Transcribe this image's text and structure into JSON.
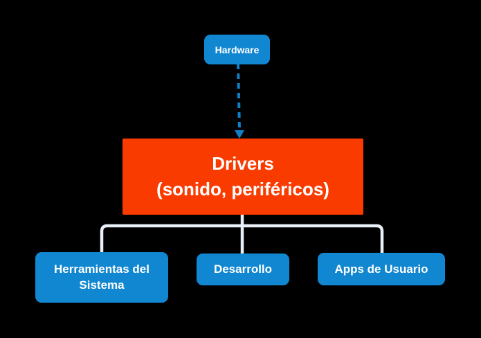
{
  "diagram": {
    "colors": {
      "background": "#000000",
      "node-blue": "#1187D1",
      "node-red": "#FA3B00",
      "connector": "#E9EFF7",
      "arrow": "#1080C8",
      "text": "#FFFFFF"
    },
    "nodes": {
      "hardware": {
        "label": "Hardware"
      },
      "drivers": {
        "label": "Drivers",
        "sublabel": "(sonido, periféricos)"
      },
      "children": [
        {
          "label": "Herramientas del Sistema"
        },
        {
          "label": "Desarrollo"
        },
        {
          "label": "Apps de Usuario"
        }
      ]
    },
    "edges": [
      {
        "from": "Hardware",
        "to": "Drivers",
        "style": "dashed-arrow"
      },
      {
        "from": "Drivers",
        "to": "Herramientas del Sistema",
        "style": "solid"
      },
      {
        "from": "Drivers",
        "to": "Desarrollo",
        "style": "solid"
      },
      {
        "from": "Drivers",
        "to": "Apps de Usuario",
        "style": "solid"
      }
    ]
  }
}
